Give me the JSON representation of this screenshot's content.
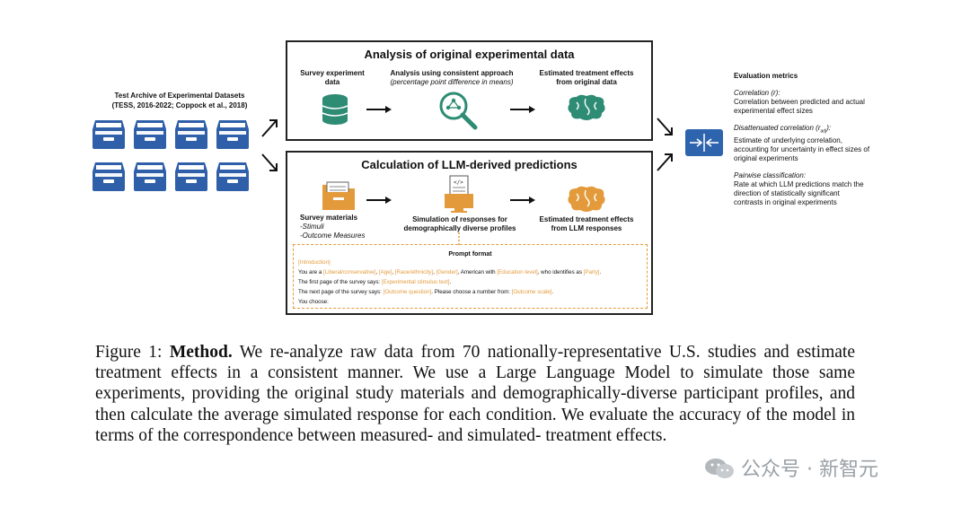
{
  "archive": {
    "title_line1": "Test Archive of Experimental Datasets",
    "title_line2": "(TESS, 2016-2022; Coppock et al., 2018)"
  },
  "top_box": {
    "title": "Analysis of original experimental data",
    "step1_line1": "Survey experiment",
    "step1_line2": "data",
    "step2_line1": "Analysis using consistent approach",
    "step2_note": "(percentage point difference in means)",
    "step3_line1": "Estimated treatment effects",
    "step3_line2": "from original data"
  },
  "bottom_box": {
    "title": "Calculation of LLM-derived predictions",
    "step1_title": "Survey materials",
    "step1_item1": "-Stimuli",
    "step1_item2": "-Outcome Measures",
    "step2_line1": "Simulation of responses for",
    "step2_line2": "demographically diverse profiles",
    "step3_line1": "Estimated treatment effects",
    "step3_line2": "from LLM responses"
  },
  "prompt": {
    "title": "Prompt format",
    "intro": "[Introduction]",
    "l1_a": "You are a ",
    "l1_ideology": "[Liberal/conservative]",
    "l1_sep1": ", ",
    "l1_age": "[Age]",
    "l1_sep2": ", ",
    "l1_race": "[Race/ethnicity]",
    "l1_sep3": ", ",
    "l1_gender": "[Gender]",
    "l1_b": ", American with ",
    "l1_edu": "[Education level]",
    "l1_c": ", who identifies as ",
    "l1_party": "[Party]",
    "l1_d": ".",
    "l2_a": "The first page of the survey says: ",
    "l2_ph": "[Experimental stimulus text]",
    "l2_b": ".",
    "l3_a": "The next page of the survey says: ",
    "l3_ph": "[Outcome question]",
    "l3_b": ". Please choose a number from: ",
    "l3_ph2": "[Outcome scale]",
    "l3_c": ".",
    "l4": "You choose:"
  },
  "metrics": {
    "title": "Evaluation metrics",
    "m1_name": "Correlation (r):",
    "m1_desc": "Correlation between predicted and actual experimental effect sizes",
    "m2_name": "Disattenuated correlation (r",
    "m2_sub": "adj",
    "m2_end": "):",
    "m2_desc": "Estimate of underlying correlation, accounting for uncertainty in effect sizes of original experiments",
    "m3_name": "Pairwise classification:",
    "m3_desc": "Rate at which LLM predictions match the direction of statistically significant contrasts in original experiments"
  },
  "caption": {
    "label": "Figure 1: ",
    "bold": "Method.",
    "text": " We re-analyze raw data from 70 nationally-representative U.S. studies and estimate treatment effects in a consistent manner. We use a Large Language Model to simulate those same experiments, providing the original study materials and demographically-diverse participant profiles, and then calculate the average simulated response for each condition. We evaluate the accuracy of the model in terms of the correspondence between measured- and simulated- treatment effects."
  },
  "watermark": "公众号 · 新智元",
  "colors": {
    "tray_blue": "#2f5fa8",
    "teal": "#2e8b74",
    "orange": "#e39a3b",
    "compare_blue": "#2e63ad"
  }
}
